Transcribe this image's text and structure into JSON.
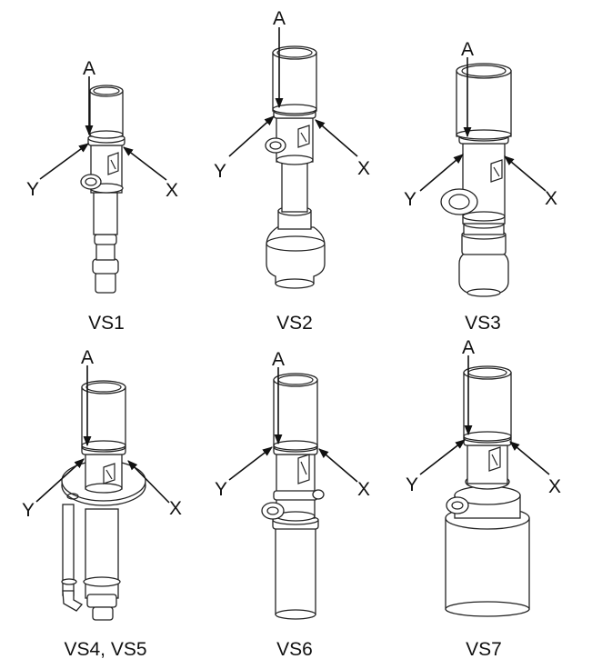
{
  "figures": [
    {
      "id": "vs1",
      "caption": "VS1",
      "labels": {
        "a": "A",
        "x": "X",
        "y": "Y"
      }
    },
    {
      "id": "vs2",
      "caption": "VS2",
      "labels": {
        "a": "A",
        "x": "X",
        "y": "Y"
      }
    },
    {
      "id": "vs3",
      "caption": "VS3",
      "labels": {
        "a": "A",
        "x": "X",
        "y": "Y"
      }
    },
    {
      "id": "vs4",
      "caption": "VS4, VS5",
      "labels": {
        "a": "A",
        "x": "X",
        "y": "Y"
      }
    },
    {
      "id": "vs6",
      "caption": "VS6",
      "labels": {
        "a": "A",
        "x": "X",
        "y": "Y"
      }
    },
    {
      "id": "vs7",
      "caption": "VS7",
      "labels": {
        "a": "A",
        "x": "X",
        "y": "Y"
      }
    }
  ]
}
